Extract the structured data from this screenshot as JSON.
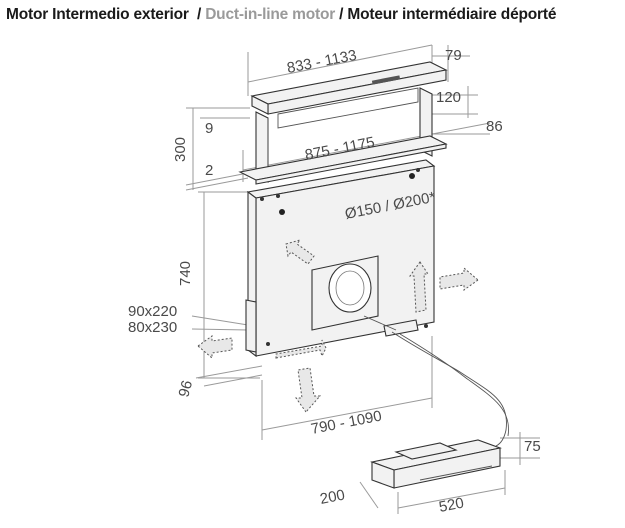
{
  "title": {
    "part_es": "Motor Intermedio exterior",
    "sep1": "/",
    "part_en": "Duct-in-line motor",
    "sep2": "/",
    "part_fr": "Moteur intermédiaire déporté"
  },
  "dimensions": {
    "top_width": "833 - 1133",
    "top_right": "79",
    "depth_120": "120",
    "depth_86": "86",
    "inner_width": "875 - 1175",
    "height_300": "300",
    "gap_9": "9",
    "gap_2": "2",
    "duct": "Ø150 / Ø200*",
    "height_740": "740",
    "opening_1": "90x220",
    "opening_2": "80x230",
    "bottom_96": "96",
    "bottom_width": "790 - 1090",
    "motor_75": "75",
    "motor_200": "200",
    "motor_520": "520"
  }
}
